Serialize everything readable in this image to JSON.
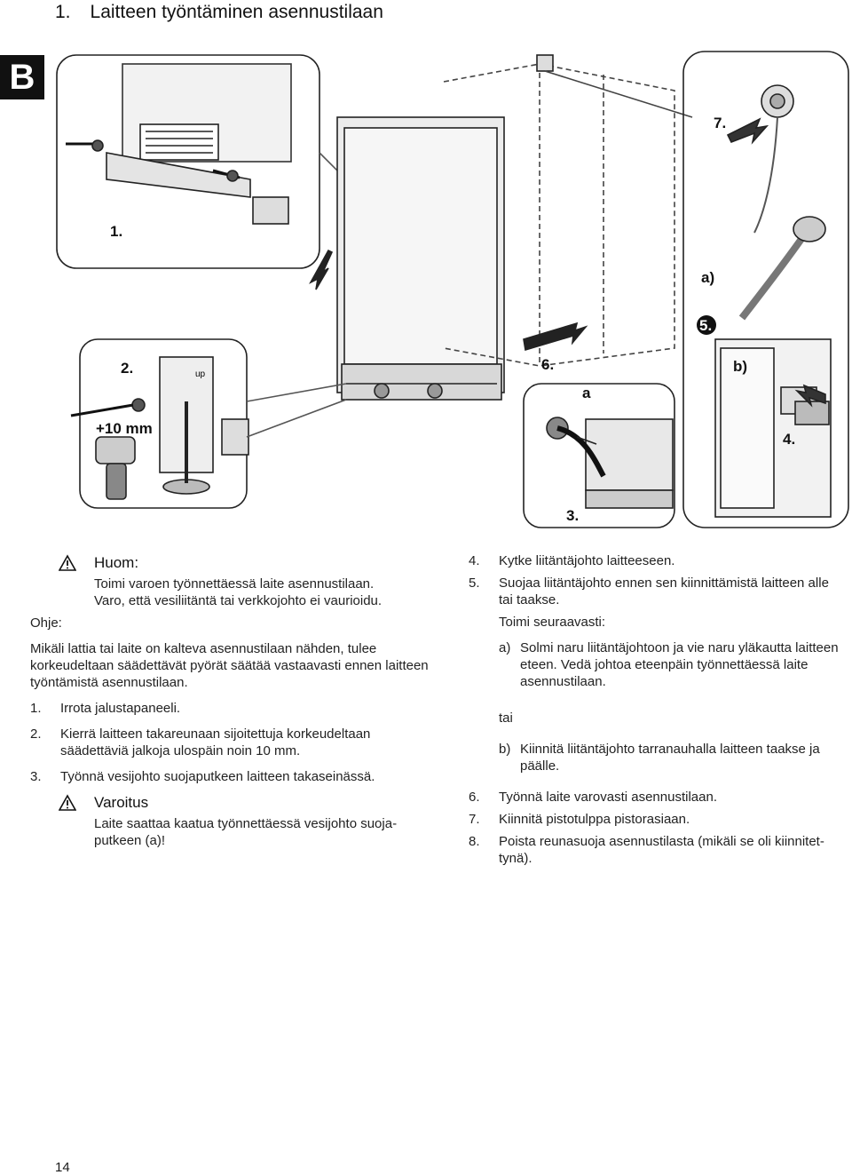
{
  "header": {
    "number": "1.",
    "title": "Laitteen työntäminen asennustilaan"
  },
  "side_tab": "B",
  "figure": {
    "labels": {
      "step1": "1.",
      "step2": "2.",
      "step3": "3.",
      "step4": "4.",
      "step5": "5.",
      "step6": "6.",
      "step7": "7.",
      "sub_a": "a)",
      "sub_b": "b)",
      "mark_a": "a",
      "height_adjust": "+10 mm",
      "up": "up"
    }
  },
  "left": {
    "caution": {
      "icon": "warning-triangle-icon",
      "title": "Huom:",
      "line1": "Toimi varoen työnnettäessä laite asennustilaan.",
      "line2": "Varo, että vesiliitäntä tai verkkojohto ei vaurioidu."
    },
    "note_label": "Ohje:",
    "note_text": "Mikäli lattia tai laite on kalteva asennustilaan nähden, tulee korkeudeltaan säädettävät pyörät säätää vastaavasti ennen laitteen työntämistä asennustilaan.",
    "steps": [
      {
        "n": "1.",
        "text": "Irrota jalustapaneeli."
      },
      {
        "n": "2.",
        "text": "Kierrä laitteen takareunaan sijoitettuja korkeudeltaan säädettäviä jalkoja ulospäin noin 10 mm."
      },
      {
        "n": "3.",
        "text": "Työnnä vesijohto suojaputkeen laitteen takaseinässä."
      }
    ],
    "warning": {
      "icon": "warning-triangle-icon",
      "title": "Varoitus",
      "text": "Laite saattaa kaatua työnnettäessä vesijohto suoja-putkeen (a)!"
    }
  },
  "right": {
    "step4": {
      "n": "4.",
      "text": "Kytke liitäntäjohto laitteeseen."
    },
    "step5": {
      "n": "5.",
      "text": "Suojaa liitäntäjohto ennen sen kiinnittämistä laitteen alle tai taakse."
    },
    "intro": "Toimi seuraavasti:",
    "option_a": {
      "n": "a)",
      "text": "Solmi naru liitäntäjohtoon ja vie naru yläkautta laitteen eteen. Vedä johtoa eteenpäin työnnettäessä laite asennustilaan."
    },
    "or": "tai",
    "option_b": {
      "n": "b)",
      "text": "Kiinnitä liitäntäjohto tarranauhalla laitteen taakse ja päälle."
    },
    "steps": [
      {
        "n": "6.",
        "text": "Työnnä laite varovasti asennustilaan."
      },
      {
        "n": "7.",
        "text": "Kiinnitä pistotulppa pistorasiaan."
      },
      {
        "n": "8.",
        "text": "Poista reunasuoja asennustilasta (mikäli se oli kiinnitet-tynä)."
      }
    ]
  },
  "footer": {
    "page_number": "14"
  }
}
